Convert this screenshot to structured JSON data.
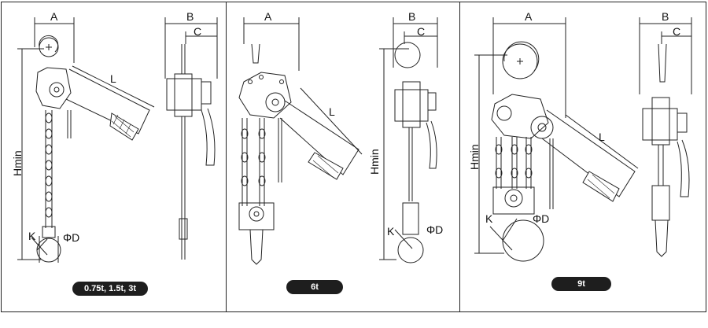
{
  "panels": [
    {
      "badge": "0.75t, 1.5t, 3t",
      "dims": {
        "a": "A",
        "b": "B",
        "c": "C",
        "l": "L",
        "hmin": "Hmin",
        "k": "K",
        "d": "ΦD"
      }
    },
    {
      "badge": "6t",
      "dims": {
        "a": "A",
        "b": "B",
        "c": "C",
        "l": "L",
        "hmin": "Hmin",
        "k": "K",
        "d": "ΦD"
      }
    },
    {
      "badge": "9t",
      "dims": {
        "a": "A",
        "b": "B",
        "c": "C",
        "l": "L",
        "hmin": "Hmin",
        "k": "K",
        "d": "ΦD"
      }
    }
  ],
  "colors": {
    "line": "#222222",
    "badge_bg": "#1e1e1e",
    "badge_text": "#ffffff",
    "fill": "#ffffff"
  }
}
